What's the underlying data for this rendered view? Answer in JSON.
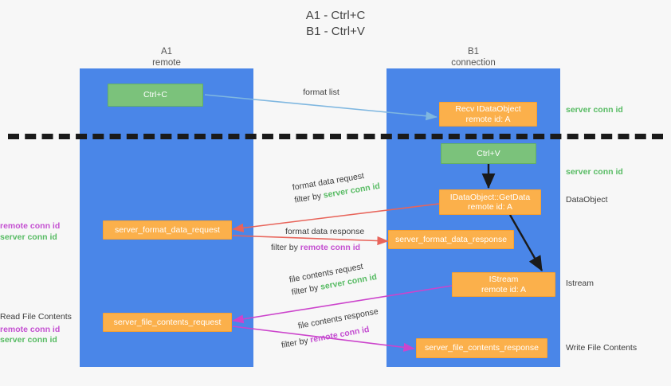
{
  "title": {
    "line1": "A1 - Ctrl+C",
    "line2": "B1 - Ctrl+V"
  },
  "lanes": [
    {
      "id": "a1",
      "name": "A1",
      "sub": "remote"
    },
    {
      "id": "b1",
      "name": "B1",
      "sub": "connection"
    }
  ],
  "nodes": {
    "ctrl_c": {
      "line1": "Ctrl+C",
      "line2": ""
    },
    "recv_idataobject": {
      "line1": "Recv IDataObject",
      "line2": "remote id: A"
    },
    "ctrl_v": {
      "line1": "Ctrl+V",
      "line2": ""
    },
    "getdata": {
      "line1": "IDataObject::GetData",
      "line2": "remote id: A"
    },
    "istream": {
      "line1": "IStream",
      "line2": "remote id: A"
    },
    "server_format_data_request": {
      "line1": "server_format_data_request",
      "line2": ""
    },
    "server_format_data_response": {
      "line1": "server_format_data_response",
      "line2": ""
    },
    "server_file_contents_request": {
      "line1": "server_file_contents_request",
      "line2": ""
    },
    "server_file_contents_response": {
      "line1": "server_file_contents_response",
      "line2": ""
    }
  },
  "arrow_labels": {
    "format_list": "format list",
    "format_data_request": "format data request",
    "format_data_response": "format data response",
    "file_contents_request": "file contents request",
    "file_contents_response": "file contents response",
    "filter_by": "filter by"
  },
  "annotations": {
    "server_conn_id": "server conn id",
    "remote_conn_id": "remote conn id",
    "read_file_contents": "Read File Contents",
    "write_file_contents": "Write File Contents",
    "dataobject": "DataObject",
    "istream_label": "Istream"
  },
  "colors": {
    "lane": "#4a86e8",
    "green_node": "#7bc27b",
    "orange_node": "#fbb04b",
    "server_conn_id": "#57bb63",
    "remote_conn_id": "#c44fd1",
    "arrow_blue": "#7fb7e0",
    "arrow_red": "#e8645a",
    "arrow_magenta": "#cc44cc",
    "arrow_black": "#1a1a1a",
    "background": "#f7f7f7",
    "dashed_line": "#1a1a1a"
  }
}
